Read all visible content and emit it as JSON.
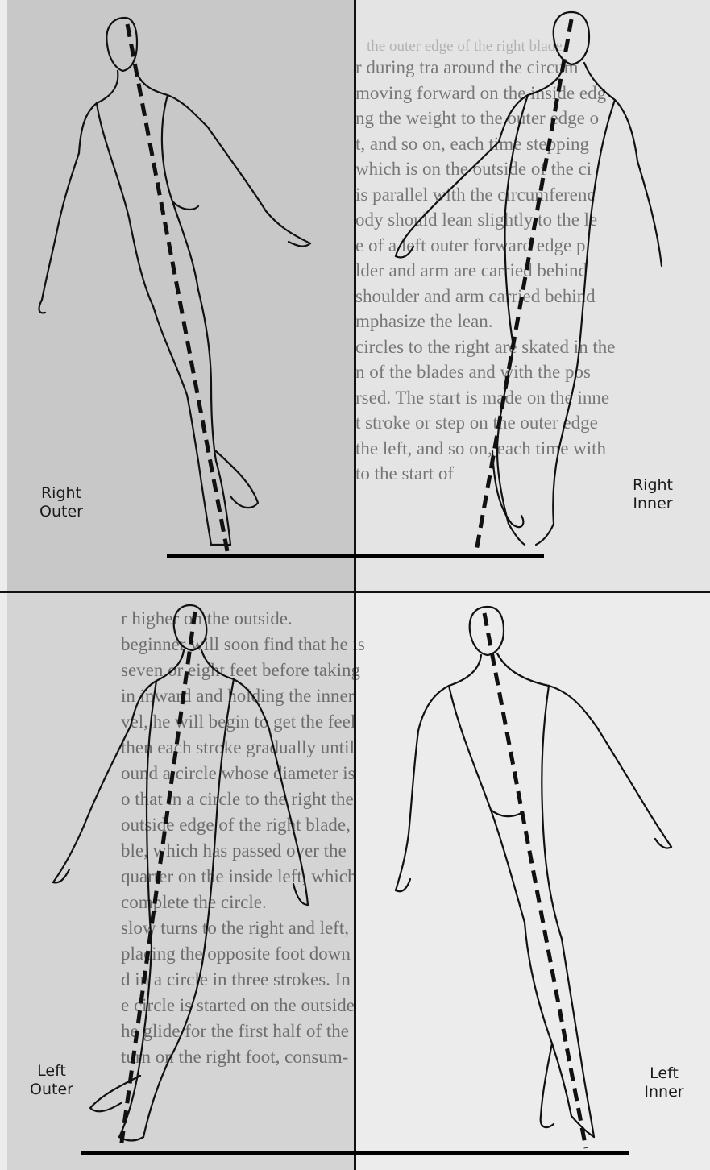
{
  "ghost_text": {
    "top_right": [
      "r during tra around the circum",
      "moving forward on the inside edg",
      "ng the weight to the outer edge o",
      "t, and so on, each time stepping",
      "which is on the outside of the ci",
      "is parallel with the circumferenc",
      "ody should lean slightly to the le",
      "e of a left outer forward edge p",
      "lder and arm are carried behind",
      "shoulder and arm carried behind",
      "mphasize the lean.",
      "circles to the right are skated in the",
      "n of the blades and with the pos",
      "rsed. The start is made on the inne",
      "t stroke or step on the outer edge",
      "the left, and so on, each time with",
      "to the start of"
    ],
    "faint_top_right": [
      "the outer edge of the right blade."
    ],
    "bottom_left": [
      "r higher on the outside.",
      "beginner will soon find that he is",
      "seven or eight feet before taking",
      "in inward and holding the inner",
      "vel, he will begin to get the feel",
      "then each stroke gradually until",
      "ound a circle whose diameter is",
      "o that in a circle to the right the",
      "outside edge of the right blade,",
      "ble, which has passed over the",
      "quarter on the inside left, which",
      "complete the circle.",
      "slow turns to the right and left,",
      "placing the opposite foot down",
      "d in a circle in three strokes. In",
      "e circle is started on the outside",
      "he glide for the first half of the",
      "turn on the right foot, consum-"
    ]
  },
  "panels": {
    "right_outer": {
      "line1": "Right",
      "line2": "Outer"
    },
    "right_inner": {
      "line1": "Right",
      "line2": "Inner"
    },
    "left_outer": {
      "line1": "Left",
      "line2": "Outer"
    },
    "left_inner": {
      "line1": "Left",
      "line2": "Inner"
    }
  }
}
